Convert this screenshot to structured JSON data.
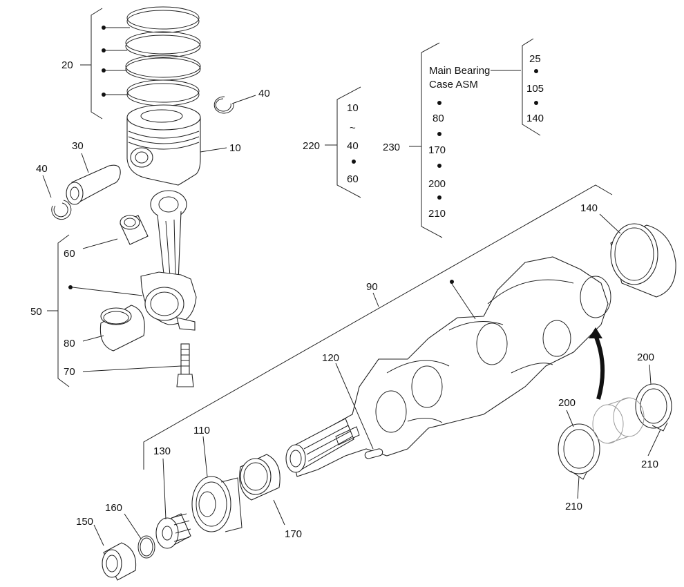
{
  "diagram": {
    "callouts": {
      "c10": "10",
      "c20": "20",
      "c30": "30",
      "c40a": "40",
      "c40b": "40",
      "c50": "50",
      "c60": "60",
      "c70": "70",
      "c80": "80",
      "c90": "90",
      "c110": "110",
      "c120": "120",
      "c130": "130",
      "c140": "140",
      "c150": "150",
      "c160": "160",
      "c170": "170",
      "c200a": "200",
      "c200b": "200",
      "c210a": "210",
      "c210b": "210",
      "c220": "220",
      "c230": "230"
    },
    "group_220": {
      "items": [
        "10",
        "~",
        "40",
        "60"
      ]
    },
    "group_230": {
      "asm_line1": "Main Bearing",
      "asm_line2": "Case ASM",
      "items": [
        "80",
        "170",
        "200",
        "210"
      ],
      "asm_items": [
        "25",
        "105",
        "140"
      ]
    }
  }
}
